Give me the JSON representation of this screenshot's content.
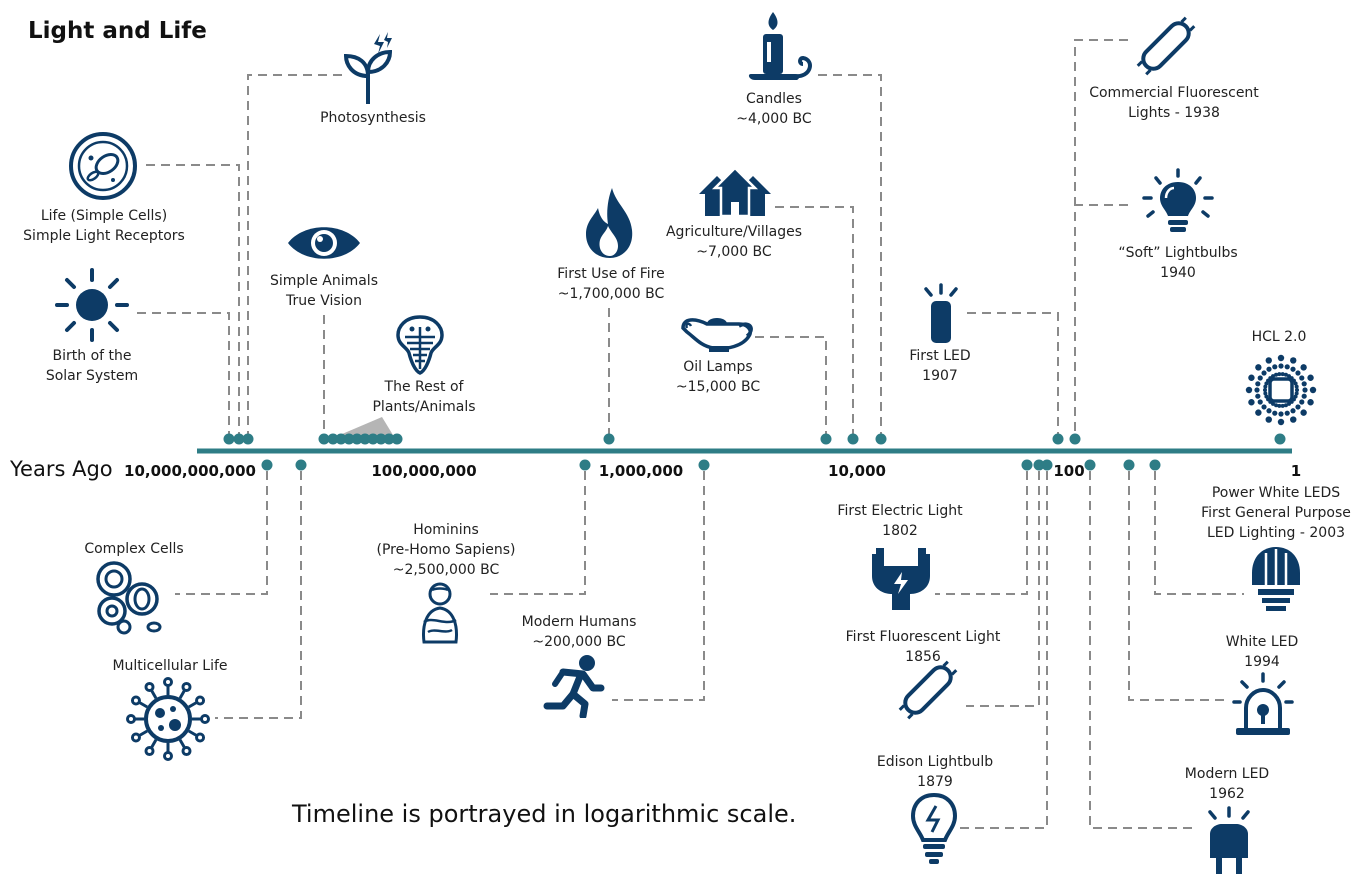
{
  "title": "Light and Life",
  "axis": {
    "label": "Years Ago",
    "scale": "logarithmic",
    "ticks": [
      "10,000,000,000",
      "100,000,000",
      "1,000,000",
      "10,000",
      "100",
      "1"
    ]
  },
  "note": "Timeline is portrayed in logarithmic scale.",
  "colors": {
    "primary": "#0d3b66",
    "axis": "#2e7d86",
    "dot": "#2e7d86",
    "connector": "#8a8a8a",
    "highlight": "#b5b5b5"
  },
  "events_above": [
    {
      "lines": [
        "Photosynthesis"
      ],
      "icon": "sprout-lightning-icon"
    },
    {
      "lines": [
        "Life (Simple Cells)",
        "Simple Light Receptors"
      ],
      "icon": "cell-icon"
    },
    {
      "lines": [
        "Birth of the",
        "Solar System"
      ],
      "icon": "sun-icon"
    },
    {
      "lines": [
        "Simple Animals",
        "True Vision"
      ],
      "icon": "eye-icon"
    },
    {
      "lines": [
        "The Rest of",
        "Plants/Animals"
      ],
      "icon": "trilobite-icon"
    },
    {
      "lines": [
        "First Use of Fire",
        "~1,700,000 BC"
      ],
      "icon": "flame-icon"
    },
    {
      "lines": [
        "Agriculture/Villages",
        "~7,000 BC"
      ],
      "icon": "houses-icon"
    },
    {
      "lines": [
        "Oil Lamps",
        "~15,000 BC"
      ],
      "icon": "oil-lamp-icon"
    },
    {
      "lines": [
        "Candles",
        "~4,000 BC"
      ],
      "icon": "candle-icon"
    },
    {
      "lines": [
        "First LED",
        "1907"
      ],
      "icon": "led-icon"
    },
    {
      "lines": [
        "Commercial Fluorescent",
        "Lights - 1938"
      ],
      "icon": "fluorescent-tube-icon"
    },
    {
      "lines": [
        "“Soft” Lightbulbs",
        "1940"
      ],
      "icon": "glowing-bulb-icon"
    },
    {
      "lines": [
        "HCL 2.0"
      ],
      "icon": "led-array-icon"
    }
  ],
  "events_below": [
    {
      "lines": [
        "Complex Cells"
      ],
      "icon": "complex-cells-icon"
    },
    {
      "lines": [
        "Multicellular Life"
      ],
      "icon": "multicellular-icon"
    },
    {
      "lines": [
        "Hominins",
        "(Pre-Homo Sapiens)",
        "~2,500,000 BC"
      ],
      "icon": "hominin-icon"
    },
    {
      "lines": [
        "Modern Humans",
        "~200,000 BC"
      ],
      "icon": "running-person-icon"
    },
    {
      "lines": [
        "First Electric Light",
        "1802"
      ],
      "icon": "electric-plug-icon"
    },
    {
      "lines": [
        "First Fluorescent Light",
        "1856"
      ],
      "icon": "fluorescent-tube-icon"
    },
    {
      "lines": [
        "Edison Lightbulb",
        "1879"
      ],
      "icon": "lightbulb-icon"
    },
    {
      "lines": [
        "Power White LEDS",
        "First General Purpose",
        "LED Lighting - 2003"
      ],
      "icon": "led-bulb-icon"
    },
    {
      "lines": [
        "White LED",
        "1994"
      ],
      "icon": "siren-led-icon"
    },
    {
      "lines": [
        "Modern LED",
        "1962"
      ],
      "icon": "led-plug-icon"
    }
  ]
}
